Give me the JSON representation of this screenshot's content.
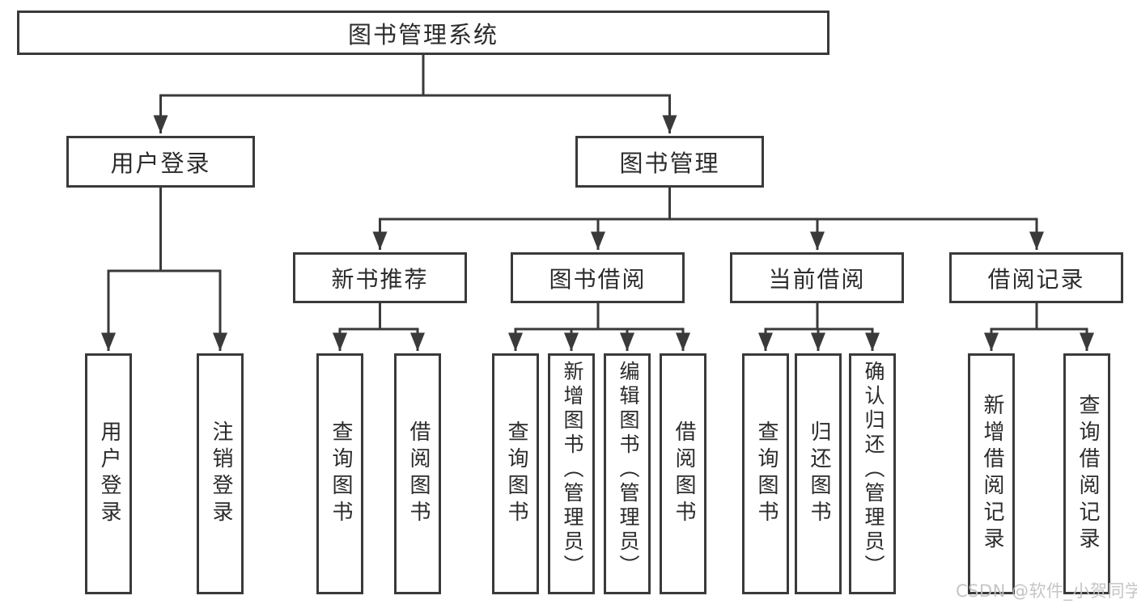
{
  "colors": {
    "line": "#3a3a3a",
    "box_border": "#3a3a3a",
    "text": "#2b2b2b",
    "background": "#ffffff",
    "watermark": "#c0c0c0"
  },
  "watermark": {
    "text": "CSDN @软件_小贺同学"
  },
  "tree": {
    "root": {
      "label": "图书管理系统"
    },
    "level2": [
      {
        "label": "用户登录"
      },
      {
        "label": "图书管理"
      }
    ],
    "level3": [
      {
        "label": "新书推荐"
      },
      {
        "label": "图书借阅"
      },
      {
        "label": "当前借阅"
      },
      {
        "label": "借阅记录"
      }
    ],
    "leaves": [
      {
        "label": "用户登录",
        "parent": "用户登录"
      },
      {
        "label": "注销登录",
        "parent": "用户登录"
      },
      {
        "label": "查询图书",
        "parent": "新书推荐"
      },
      {
        "label": "借阅图书",
        "parent": "新书推荐"
      },
      {
        "label": "查询图书",
        "parent": "图书借阅"
      },
      {
        "label": "新增图书（管理员）",
        "parent": "图书借阅"
      },
      {
        "label": "编辑图书（管理员）",
        "parent": "图书借阅"
      },
      {
        "label": "借阅图书",
        "parent": "图书借阅"
      },
      {
        "label": "查询图书",
        "parent": "当前借阅"
      },
      {
        "label": "归还图书",
        "parent": "当前借阅"
      },
      {
        "label": "确认归还（管理员）",
        "parent": "当前借阅"
      },
      {
        "label": "新增借阅记录",
        "parent": "借阅记录"
      },
      {
        "label": "查询借阅记录",
        "parent": "借阅记录"
      }
    ]
  }
}
